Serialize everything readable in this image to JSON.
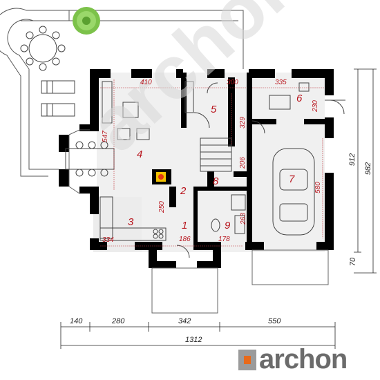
{
  "rooms": {
    "r1": "1",
    "r2": "2",
    "r3": "3",
    "r4": "4",
    "r5": "5",
    "r6": "6",
    "r7": "7",
    "r8": "8",
    "r9": "9"
  },
  "inner_dims": {
    "d410": "410",
    "d300": "300",
    "d335": "335",
    "d230": "230",
    "d547": "547",
    "d329": "329",
    "d206": "206",
    "d580": "580",
    "d250": "250",
    "d263": "263",
    "d334": "334",
    "d186": "186",
    "d178": "178"
  },
  "outer_dims": {
    "w140": "140",
    "w280": "280",
    "w342": "342",
    "w550": "550",
    "total_w": "1312",
    "h912": "912",
    "h982": "982",
    "h70": "70"
  },
  "brand": {
    "name": "archon",
    "accent": "#e86a1a",
    "grey": "#9b9b9b"
  },
  "colors": {
    "wall": "#000000",
    "dim_red": "#b8141c",
    "floor": "#f0f0f0"
  }
}
